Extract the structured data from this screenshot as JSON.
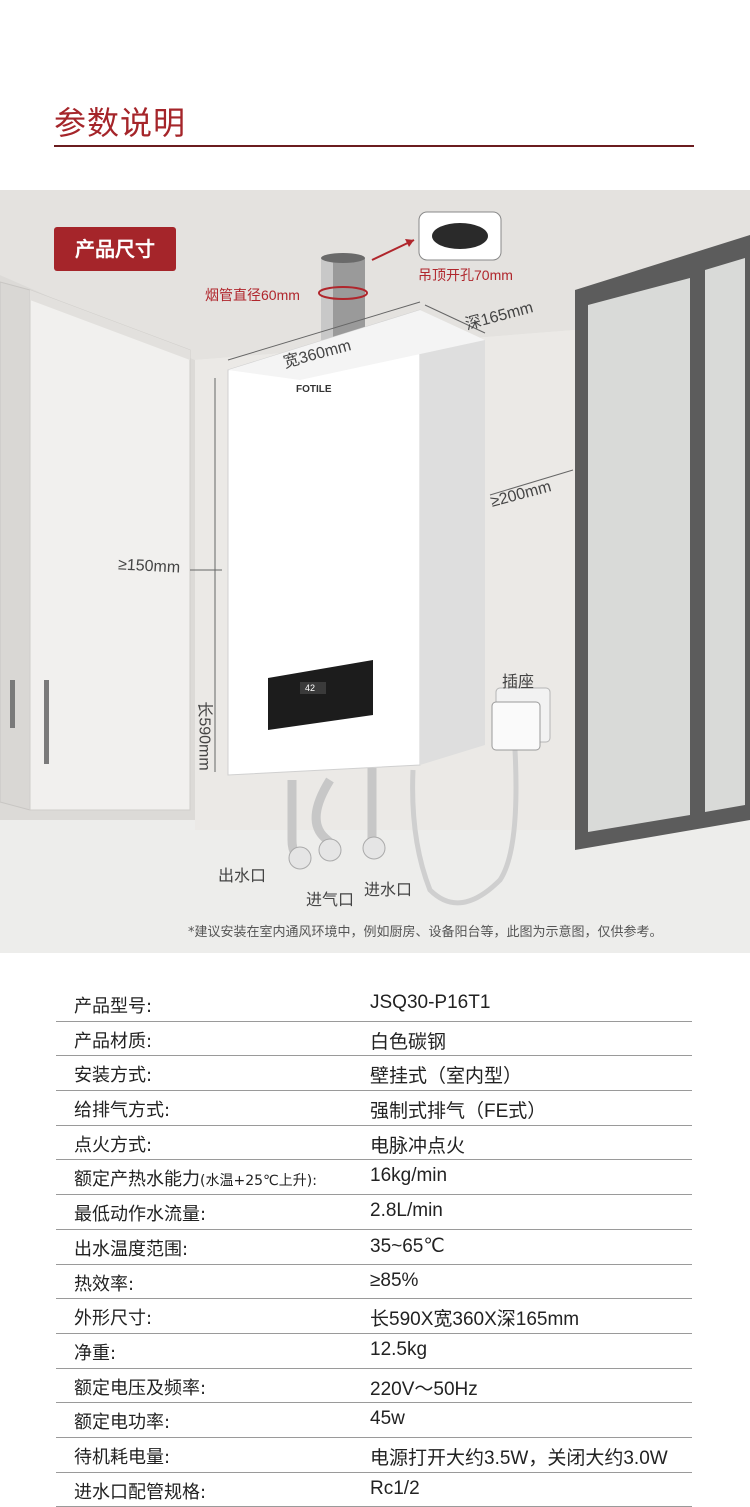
{
  "header": {
    "title": "参数说明"
  },
  "scene": {
    "badge": "产品尺寸",
    "brand": "FOTILE",
    "display_reading": "42",
    "labels": {
      "flue_diameter": "烟管直径60mm",
      "ceiling_hole": "吊顶开孔70mm",
      "width": "宽360mm",
      "depth": "深165mm",
      "side_clearance_right": "≥200mm",
      "side_clearance_left": "≥150mm",
      "height": "长590mm",
      "socket": "插座",
      "water_out": "出水口",
      "gas_in": "进气口",
      "water_in": "进水口"
    },
    "note": "*建议安装在室内通风环境中，例如厨房、设备阳台等，此图为示意图，仅供参考。"
  },
  "specs": [
    {
      "key": "产品型号:",
      "value": "JSQ30-P16T1"
    },
    {
      "key": "产品材质:",
      "value": "白色碳钢"
    },
    {
      "key": "安装方式:",
      "value": "壁挂式（室内型）"
    },
    {
      "key": "给排气方式:",
      "value": "强制式排气（FE式）"
    },
    {
      "key": "点火方式:",
      "value": "电脉冲点火"
    },
    {
      "key": "额定产热水能力",
      "key_note": "(水温+25℃上升):",
      "value": "16kg/min"
    },
    {
      "key": "最低动作水流量:",
      "value": "2.8L/min"
    },
    {
      "key": "出水温度范围:",
      "value": "35~65℃"
    },
    {
      "key": "热效率:",
      "value": "≥85%"
    },
    {
      "key": "外形尺寸:",
      "value": "长590X宽360X深165mm"
    },
    {
      "key": "净重:",
      "value": "12.5kg"
    },
    {
      "key": "额定电压及频率:",
      "value": "220V～50Hz"
    },
    {
      "key": "额定电功率:",
      "value": "45w"
    },
    {
      "key": "待机耗电量:",
      "value": "电源打开大约3.5W，关闭大约3.0W"
    },
    {
      "key": "进水口配管规格:",
      "value": "Rc1/2"
    }
  ],
  "colors": {
    "accent": "#a5252a",
    "scene_bg": "#ededeb",
    "rule": "#6b1c1f"
  }
}
